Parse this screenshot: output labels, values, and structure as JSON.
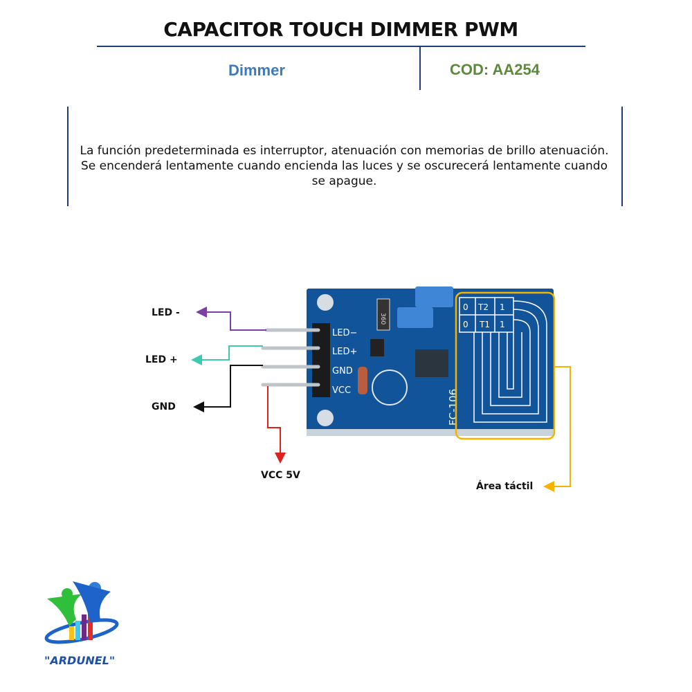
{
  "header": {
    "title": "CAPACITOR TOUCH DIMMER PWM",
    "subtitle": "Dimmer",
    "code": "COD: AA254"
  },
  "description": "La función predeterminada es interruptor, atenuación con memorias de brillo atenuación. Se encenderá lentamente cuando encienda las luces y se oscurecerá lentamente cuando se apague.",
  "diagram": {
    "pin_labels": {
      "led_minus": "LED -",
      "led_plus": "LED +",
      "gnd": "GND",
      "vcc": "VCC 5V",
      "touch_area": "Área táctil"
    },
    "board_silkscreen": {
      "pins": [
        "LED−",
        "LED+",
        "GND",
        "VCC"
      ],
      "jumper_grid": [
        "0",
        "T2",
        "1",
        "0",
        "T1",
        "1"
      ],
      "model": "FC-106",
      "resistor": "360"
    },
    "wire_colors": {
      "led_minus": "#7b3fa6",
      "led_plus": "#3cc9b0",
      "gnd": "#111111",
      "vcc": "#e01f1f",
      "touch_area": "#f5b400"
    },
    "board_color": "#12549a"
  },
  "logo": {
    "text": "\"ARDUNEL\""
  }
}
